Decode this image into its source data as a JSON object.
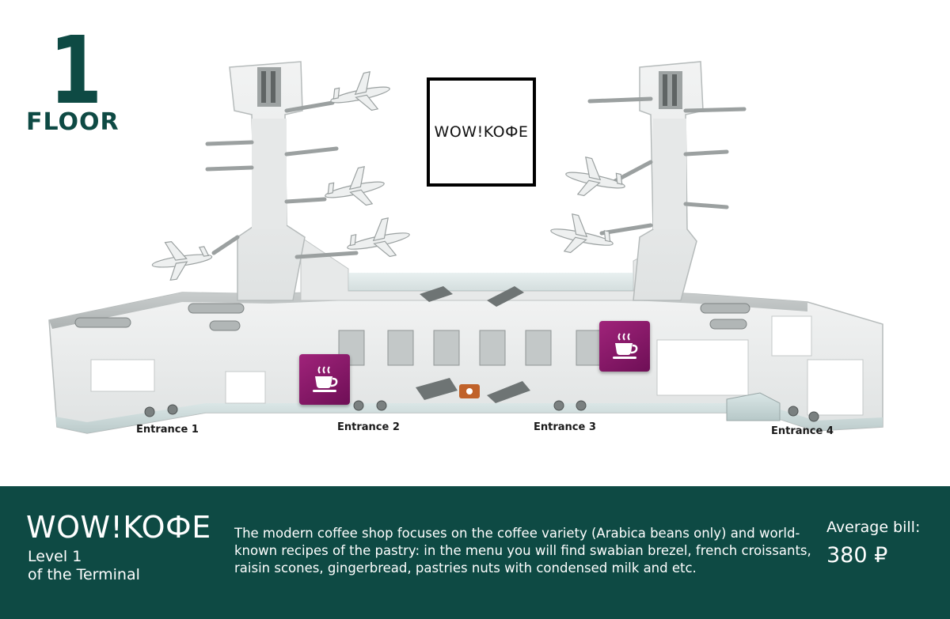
{
  "map": {
    "floor_number": "1",
    "floor_label": "FLOOR",
    "logo_text": "WOW!KOФE",
    "entrances": [
      "Entrance 1",
      "Entrance 2",
      "Entrance 3",
      "Entrance 4"
    ],
    "marker_icon": "coffee-cup-icon",
    "marker_color": "#8a1a6b"
  },
  "info": {
    "shop_name": "WOW!KOФE",
    "level_line1": "Level 1",
    "level_line2": "of the Terminal",
    "description": "The modern coffee shop focuses on the coffee variety (Arabica beans only) and world-known recipes of the pastry: in the menu you will find swabian brezel, french croissants, raisin scones, gingerbread, pastries nuts with condensed milk and etc.",
    "bill_label": "Average bill:",
    "bill_value": "380 ₽",
    "panel_color": "#0e4a44"
  }
}
